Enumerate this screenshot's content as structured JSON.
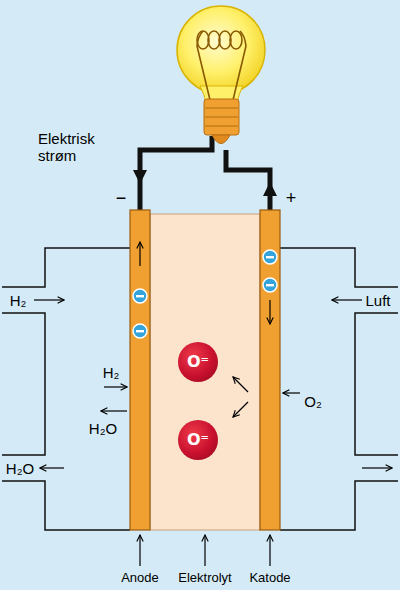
{
  "diagram": {
    "nodes": [
      {
        "text": [
          "O⁼"
        ]
      },
      {
        "text": [
          "O⁼"
        ]
      }
    ],
    "labels": [
      "Elektrisk strøm",
      "−",
      "+",
      "H₂",
      "Luft",
      "H₂",
      "H₂O",
      "H₂O",
      "O₂",
      "Anode",
      "Elektrolyt",
      "Katode"
    ]
  }
}
